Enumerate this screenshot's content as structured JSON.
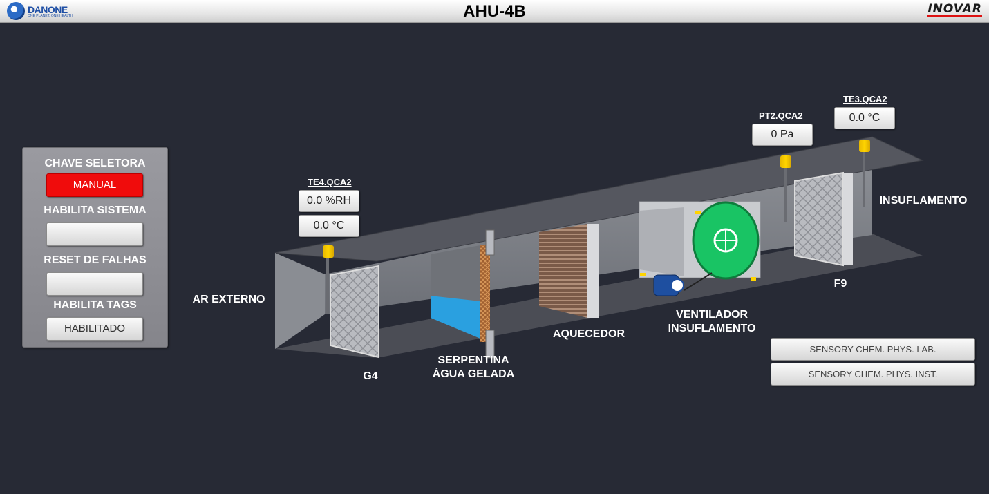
{
  "header": {
    "title": "AHU-4B",
    "logo_left": {
      "brand": "DANONE",
      "slogan": "ONE PLANET. ONE HEALTH"
    },
    "logo_right": "INOVAR"
  },
  "panel": {
    "chave_seletora_label": "CHAVE SELETORA",
    "chave_seletora_value": "MANUAL",
    "habilita_sistema_label": "HABILITA SISTEMA",
    "habilita_sistema_value": "",
    "reset_falhas_label": "RESET DE FALHAS",
    "reset_falhas_value": "",
    "habilita_tags_label": "HABILITA TAGS",
    "habilita_tags_value": "HABILITADO"
  },
  "sensors": {
    "te4": {
      "tag": "TE4.QCA2",
      "humidity": "0.0 %RH",
      "temperature": "0.0 °C"
    },
    "pt2": {
      "tag": "PT2.QCA2",
      "pressure": "0 Pa"
    },
    "te3": {
      "tag": "TE3.QCA2",
      "temperature": "0.0 °C"
    }
  },
  "labels": {
    "ar_externo": "AR EXTERNO",
    "g4": "G4",
    "serpentina_1": "SERPENTINA",
    "serpentina_2": "ÁGUA GELADA",
    "aquecedor": "AQUECEDOR",
    "ventilador_1": "VENTILADOR",
    "ventilador_2": "INSUFLAMENTO",
    "f9": "F9",
    "insuflamento": "INSUFLAMENTO"
  },
  "buttons": {
    "sensory_lab": "SENSORY CHEM. PHYS. LAB.",
    "sensory_inst": "SENSORY CHEM. PHYS. INST."
  },
  "colors": {
    "background": "#272a35",
    "manual_button": "#f00c0c",
    "fan": "#19c464",
    "coil": "#2aa0e0",
    "sensor": "#ffd400"
  }
}
